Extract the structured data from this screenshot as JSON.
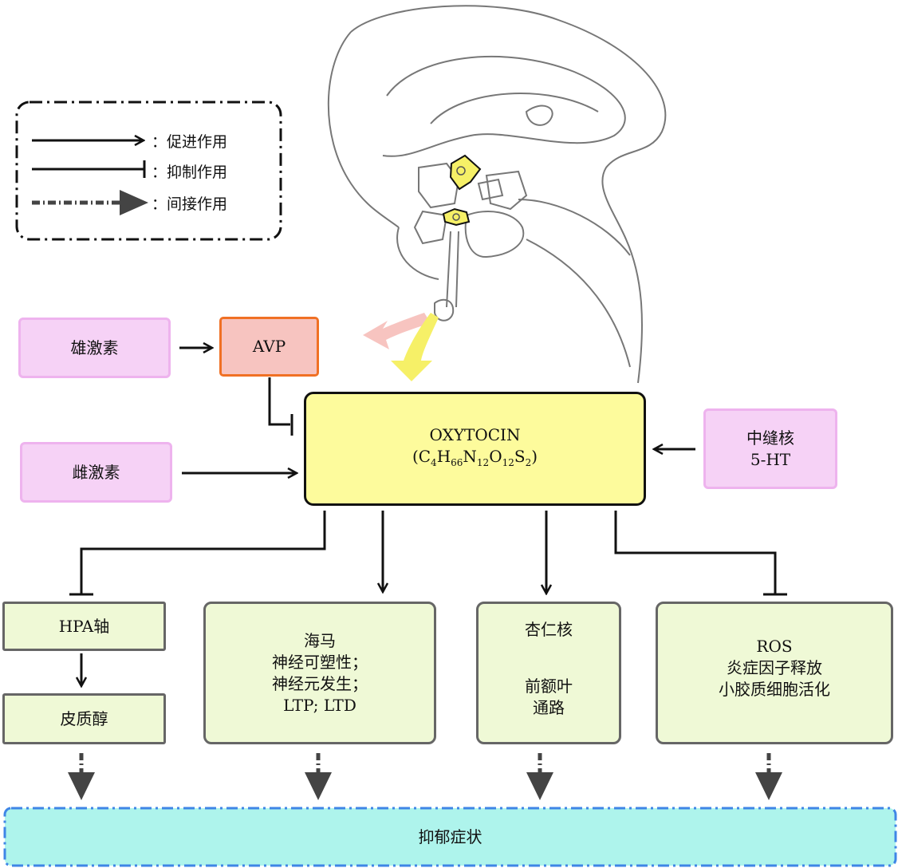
{
  "legend": {
    "promote": "：促进作用",
    "inhibit": "：抑制作用",
    "indirect": "：间接作用"
  },
  "nodes": {
    "androgen": "雄激素",
    "avp": "AVP",
    "estrogen": "雌激素",
    "oxytocin_name": "OXYTOCIN",
    "raphe_line1": "中缝核",
    "raphe_line2": "5-HT",
    "hpa": "HPA轴",
    "cortisol": "皮质醇",
    "hippo_line1": "海马",
    "hippo_line2": "神经可塑性；",
    "hippo_line3": "神经元发生；",
    "hippo_line4": "LTP; LTD",
    "amygdala": "杏仁核",
    "prefrontal_line1": "前额叶",
    "prefrontal_line2": "通路",
    "ros_line1": "ROS",
    "ros_line2": "炎症因子释放",
    "ros_line3": "小胶质细胞活化",
    "depression": "抑郁症状"
  },
  "formula": {
    "open": "(C",
    "s1": "4",
    "h": "H",
    "s2": "66",
    "n": "N",
    "s3": "12",
    "o": "O",
    "s4": "12",
    "s": "S",
    "s5": "2",
    "close": ")"
  },
  "colors": {
    "oxytocin_fill": "#fdfb9c",
    "avp_fill": "#f7c4c0",
    "avp_border": "#f07024",
    "pink_fill": "#f6d2f6",
    "green_fill": "#eff9d6",
    "depression_fill": "#aef4ec",
    "depression_border": "#3f86e6",
    "brain_outline": "#777777",
    "nucleus_yellow": "#f6f067"
  }
}
